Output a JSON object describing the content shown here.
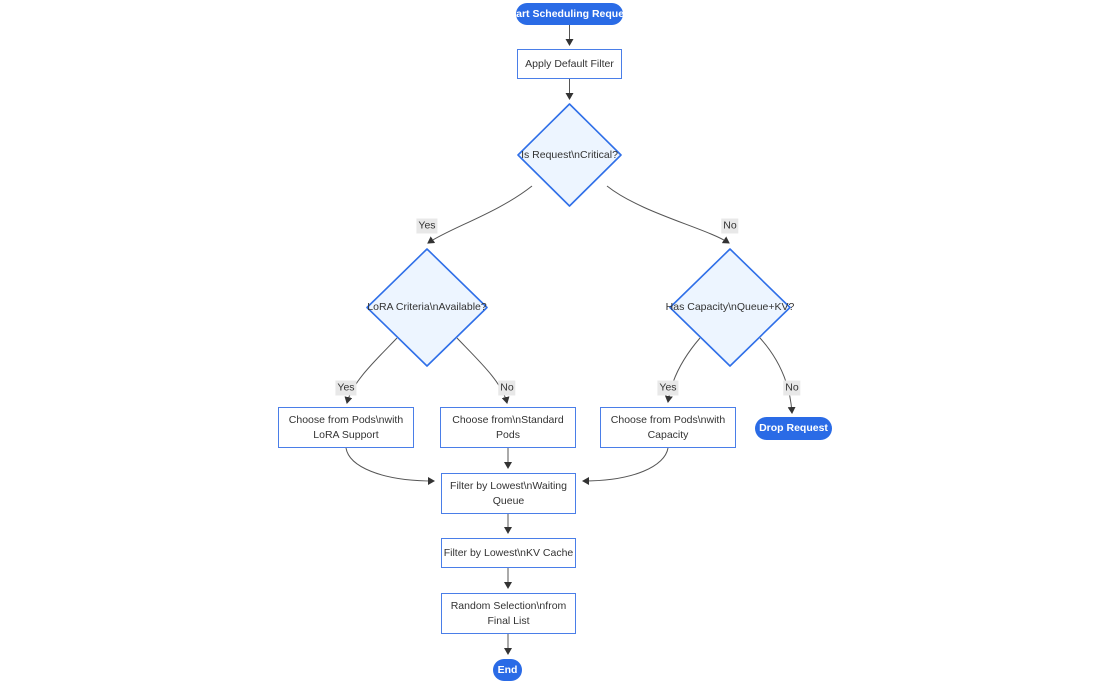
{
  "diagram": {
    "type": "flowchart",
    "colors": {
      "background": "#ffffff",
      "pill_fill": "#2a6be6",
      "pill_text": "#ffffff",
      "box_fill": "#ffffff",
      "box_border": "#4a7ee8",
      "diamond_fill": "#edf5ff",
      "diamond_border": "#2f6fe8",
      "text": "#333333",
      "edge": "#555555",
      "arrow": "#333333",
      "edge_label_bg": "#e8e8e8"
    },
    "nodes": {
      "start": {
        "label": "Start Scheduling Request",
        "shape": "stadium"
      },
      "apply_filter": {
        "label": "Apply Default Filter",
        "shape": "rect"
      },
      "is_critical": {
        "label": "Is Request\\nCritical?",
        "shape": "diamond"
      },
      "lora_available": {
        "label": "LoRA Criteria\\nAvailable?",
        "shape": "diamond"
      },
      "has_capacity": {
        "label": "Has Capacity\\nQueue+KV?",
        "shape": "diamond"
      },
      "choose_lora": {
        "label": "Choose from Pods\\nwith LoRA Support",
        "shape": "rect"
      },
      "choose_standard": {
        "label": "Choose from\\nStandard Pods",
        "shape": "rect"
      },
      "choose_capacity": {
        "label": "Choose from Pods\\nwith Capacity",
        "shape": "rect"
      },
      "drop_request": {
        "label": "Drop Request",
        "shape": "stadium"
      },
      "filter_queue": {
        "label": "Filter by Lowest\\nWaiting Queue",
        "shape": "rect"
      },
      "filter_kv": {
        "label": "Filter by Lowest\\nKV Cache",
        "shape": "rect"
      },
      "random_selection": {
        "label": "Random Selection\\nfrom Final List",
        "shape": "rect"
      },
      "end": {
        "label": "End",
        "shape": "stadium"
      }
    },
    "edges": [
      {
        "from": "start",
        "to": "apply_filter",
        "label": ""
      },
      {
        "from": "apply_filter",
        "to": "is_critical",
        "label": ""
      },
      {
        "from": "is_critical",
        "to": "lora_available",
        "label": "Yes"
      },
      {
        "from": "is_critical",
        "to": "has_capacity",
        "label": "No"
      },
      {
        "from": "lora_available",
        "to": "choose_lora",
        "label": "Yes"
      },
      {
        "from": "lora_available",
        "to": "choose_standard",
        "label": "No"
      },
      {
        "from": "has_capacity",
        "to": "choose_capacity",
        "label": "Yes"
      },
      {
        "from": "has_capacity",
        "to": "drop_request",
        "label": "No"
      },
      {
        "from": "choose_lora",
        "to": "filter_queue",
        "label": ""
      },
      {
        "from": "choose_standard",
        "to": "filter_queue",
        "label": ""
      },
      {
        "from": "choose_capacity",
        "to": "filter_queue",
        "label": ""
      },
      {
        "from": "filter_queue",
        "to": "filter_kv",
        "label": ""
      },
      {
        "from": "filter_kv",
        "to": "random_selection",
        "label": ""
      },
      {
        "from": "random_selection",
        "to": "end",
        "label": ""
      }
    ]
  }
}
